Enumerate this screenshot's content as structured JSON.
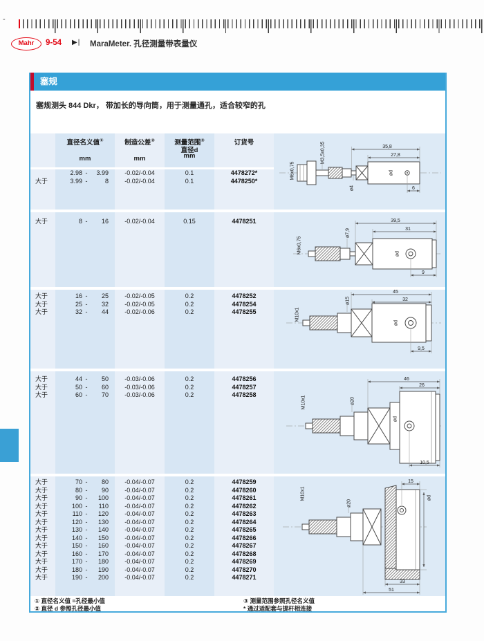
{
  "header": {
    "dash": "-",
    "brand": "Mahr",
    "page_number": "9-54",
    "arrow": "▶|",
    "title": "MaraMeter. 孔径测量带表量仪"
  },
  "panel": {
    "section_title": "塞规",
    "description": "塞规测头 844 Dkr， 带加长的导向筒，用于测量通孔，适合较窄的孔",
    "table": {
      "dash": "-",
      "headers": {
        "col_nominal": "直径名义值",
        "sup1": "①",
        "col_tolerance": "制造公差",
        "sup2": "②",
        "col_range": "测量范围",
        "sup3": "③",
        "col_range_sub": "直径d",
        "unit": "mm",
        "col_order": "订货号"
      },
      "groups": [
        {
          "rows": [
            {
              "gt": "",
              "from": "2.98",
              "to": "3.99",
              "tol": "-0.02/-0.04",
              "range": "0.1",
              "order": "4478272*"
            },
            {
              "gt": "大于",
              "from": "3.99",
              "to": "8",
              "tol": "-0.02/-0.04",
              "range": "0.1",
              "order": "4478250*"
            }
          ]
        },
        {
          "rows": [
            {
              "gt": "大于",
              "from": "8",
              "to": "16",
              "tol": "-0.02/-0.04",
              "range": "0.15",
              "order": "4478251"
            }
          ]
        },
        {
          "rows": [
            {
              "gt": "大于",
              "from": "16",
              "to": "25",
              "tol": "-0.02/-0.05",
              "range": "0.2",
              "order": "4478252"
            },
            {
              "gt": "大于",
              "from": "25",
              "to": "32",
              "tol": "-0.02/-0.05",
              "range": "0.2",
              "order": "4478254"
            },
            {
              "gt": "大于",
              "from": "32",
              "to": "44",
              "tol": "-0.02/-0.06",
              "range": "0.2",
              "order": "4478255"
            }
          ]
        },
        {
          "rows": [
            {
              "gt": "大于",
              "from": "44",
              "to": "50",
              "tol": "-0.03/-0.06",
              "range": "0.2",
              "order": "4478256"
            },
            {
              "gt": "大于",
              "from": "50",
              "to": "60",
              "tol": "-0.03/-0.06",
              "range": "0.2",
              "order": "4478257"
            },
            {
              "gt": "大于",
              "from": "60",
              "to": "70",
              "tol": "-0.03/-0.06",
              "range": "0.2",
              "order": "4478258"
            }
          ]
        },
        {
          "rows": [
            {
              "gt": "大于",
              "from": "70",
              "to": "80",
              "tol": "-0.04/-0.07",
              "range": "0.2",
              "order": "4478259"
            },
            {
              "gt": "大于",
              "from": "80",
              "to": "90",
              "tol": "-0.04/-0.07",
              "range": "0.2",
              "order": "4478260"
            },
            {
              "gt": "大于",
              "from": "90",
              "to": "100",
              "tol": "-0.04/-0.07",
              "range": "0.2",
              "order": "4478261"
            },
            {
              "gt": "大于",
              "from": "100",
              "to": "110",
              "tol": "-0.04/-0.07",
              "range": "0.2",
              "order": "4478262"
            },
            {
              "gt": "大于",
              "from": "110",
              "to": "120",
              "tol": "-0.04/-0.07",
              "range": "0.2",
              "order": "4478263"
            },
            {
              "gt": "大于",
              "from": "120",
              "to": "130",
              "tol": "-0.04/-0.07",
              "range": "0.2",
              "order": "4478264"
            },
            {
              "gt": "大于",
              "from": "130",
              "to": "140",
              "tol": "-0.04/-0.07",
              "range": "0.2",
              "order": "4478265"
            },
            {
              "gt": "大于",
              "from": "140",
              "to": "150",
              "tol": "-0.04/-0.07",
              "range": "0.2",
              "order": "4478266"
            },
            {
              "gt": "大于",
              "from": "150",
              "to": "160",
              "tol": "-0.04/-0.07",
              "range": "0.2",
              "order": "4478267"
            },
            {
              "gt": "大于",
              "from": "160",
              "to": "170",
              "tol": "-0.04/-0.07",
              "range": "0.2",
              "order": "4478268"
            },
            {
              "gt": "大于",
              "from": "170",
              "to": "180",
              "tol": "-0.04/-0.07",
              "range": "0.2",
              "order": "4478269"
            },
            {
              "gt": "大于",
              "from": "180",
              "to": "190",
              "tol": "-0.04/-0.07",
              "range": "0.2",
              "order": "4478270"
            },
            {
              "gt": "大于",
              "from": "190",
              "to": "200",
              "tol": "-0.04/-0.07",
              "range": "0.2",
              "order": "4478271"
            }
          ]
        }
      ]
    },
    "drawings": {
      "d1": {
        "thread": "M6x0,75",
        "thread2": "M3,5x0,35",
        "len_a": "35,8",
        "len_b": "27,8",
        "dia_a": "ø4",
        "dia_d": "ød",
        "tip": "6"
      },
      "d2": {
        "thread": "M6x0,75",
        "dia": "ø7,9",
        "len_a": "39,5",
        "len_b": "31",
        "dia_d": "ød",
        "tip": "9"
      },
      "d3": {
        "thread": "M10x1",
        "dia": "ø15",
        "len_a": "45",
        "len_b": "32",
        "dia_d": "ød",
        "tip": "9,5"
      },
      "d4": {
        "thread": "M10x1",
        "dia": "ø20",
        "len_a": "46",
        "len_b": "26",
        "dia_d": "ød",
        "tip": "10,5"
      },
      "d5": {
        "thread": "M10x1",
        "dia": "ø20",
        "len_a": "15",
        "dia_d": "ød",
        "len_b": "33",
        "len_c": "51"
      }
    },
    "notes": {
      "n1": "① 直径名义值 =孔径最小值",
      "n2": "② 直径 d 参照孔径最小值",
      "n3": "③ 测量范围参照孔径名义值",
      "n4": "* 通过适配套与提杆相连接"
    }
  }
}
